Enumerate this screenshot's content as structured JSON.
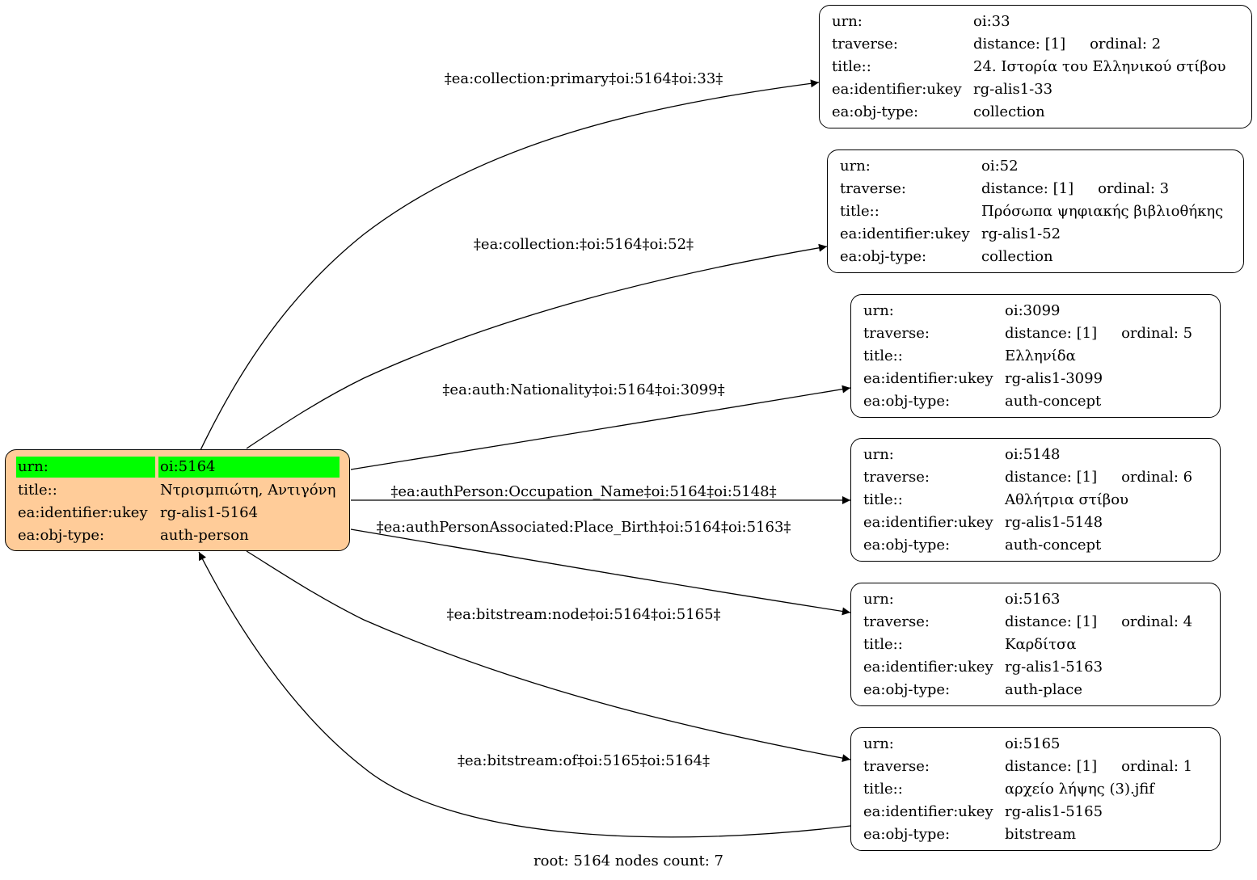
{
  "root_node": {
    "rows": [
      {
        "key": "urn:",
        "value": "oi:5164"
      },
      {
        "key": "title::",
        "value": "Ντρισμπιώτη, Αντιγόνη"
      },
      {
        "key": "ea:identifier:ukey",
        "value": "rg-alis1-5164"
      },
      {
        "key": "ea:obj-type:",
        "value": "auth-person"
      }
    ],
    "fill_color": "#ffcc99",
    "highlight_color": "#00ff00"
  },
  "nodes": [
    {
      "urn_key": "urn:",
      "urn": "oi:33",
      "traverse_key": "traverse:",
      "distance": "distance: [1]",
      "ordinal": "ordinal: 2",
      "title_key": "title::",
      "title": "24. Ιστορία του Ελληνικού  στίβου",
      "ukey_key": "ea:identifier:ukey",
      "ukey": "rg-alis1-33",
      "type_key": "ea:obj-type:",
      "obj_type": "collection"
    },
    {
      "urn_key": "urn:",
      "urn": "oi:52",
      "traverse_key": "traverse:",
      "distance": "distance: [1]",
      "ordinal": "ordinal: 3",
      "title_key": "title::",
      "title": "Πρόσωπα ψηφιακής βιβλιοθήκης",
      "ukey_key": "ea:identifier:ukey",
      "ukey": "rg-alis1-52",
      "type_key": "ea:obj-type:",
      "obj_type": "collection"
    },
    {
      "urn_key": "urn:",
      "urn": "oi:3099",
      "traverse_key": "traverse:",
      "distance": "distance: [1]",
      "ordinal": "ordinal: 5",
      "title_key": "title::",
      "title": "Ελληνίδα",
      "ukey_key": "ea:identifier:ukey",
      "ukey": "rg-alis1-3099",
      "type_key": "ea:obj-type:",
      "obj_type": "auth-concept"
    },
    {
      "urn_key": "urn:",
      "urn": "oi:5148",
      "traverse_key": "traverse:",
      "distance": "distance: [1]",
      "ordinal": "ordinal: 6",
      "title_key": "title::",
      "title": "Αθλήτρια στίβου",
      "ukey_key": "ea:identifier:ukey",
      "ukey": "rg-alis1-5148",
      "type_key": "ea:obj-type:",
      "obj_type": "auth-concept"
    },
    {
      "urn_key": "urn:",
      "urn": "oi:5163",
      "traverse_key": "traverse:",
      "distance": "distance: [1]",
      "ordinal": "ordinal: 4",
      "title_key": "title::",
      "title": "Καρδίτσα",
      "ukey_key": "ea:identifier:ukey",
      "ukey": "rg-alis1-5163",
      "type_key": "ea:obj-type:",
      "obj_type": "auth-place"
    },
    {
      "urn_key": "urn:",
      "urn": "oi:5165",
      "traverse_key": "traverse:",
      "distance": "distance: [1]",
      "ordinal": "ordinal: 1",
      "title_key": "title::",
      "title": "αρχείο λήψης (3).jfif",
      "ukey_key": "ea:identifier:ukey",
      "ukey": "rg-alis1-5165",
      "type_key": "ea:obj-type:",
      "obj_type": "bitstream"
    }
  ],
  "edges": [
    {
      "label": "‡ea:collection:primary‡oi:5164‡oi:33‡",
      "source": "oi:5164",
      "target": "oi:33"
    },
    {
      "label": "‡ea:collection:‡oi:5164‡oi:52‡",
      "source": "oi:5164",
      "target": "oi:52"
    },
    {
      "label": "‡ea:auth:Nationality‡oi:5164‡oi:3099‡",
      "source": "oi:5164",
      "target": "oi:3099"
    },
    {
      "label": "‡ea:authPerson:Occupation_Name‡oi:5164‡oi:5148‡",
      "source": "oi:5164",
      "target": "oi:5148"
    },
    {
      "label": "‡ea:authPersonAssociated:Place_Birth‡oi:5164‡oi:5163‡",
      "source": "oi:5164",
      "target": "oi:5163"
    },
    {
      "label": "‡ea:bitstream:node‡oi:5164‡oi:5165‡",
      "source": "oi:5164",
      "target": "oi:5165"
    },
    {
      "label": "‡ea:bitstream:of‡oi:5165‡oi:5164‡",
      "source": "oi:5165",
      "target": "oi:5164"
    }
  ],
  "footer": "root: 5164 nodes count: 7"
}
